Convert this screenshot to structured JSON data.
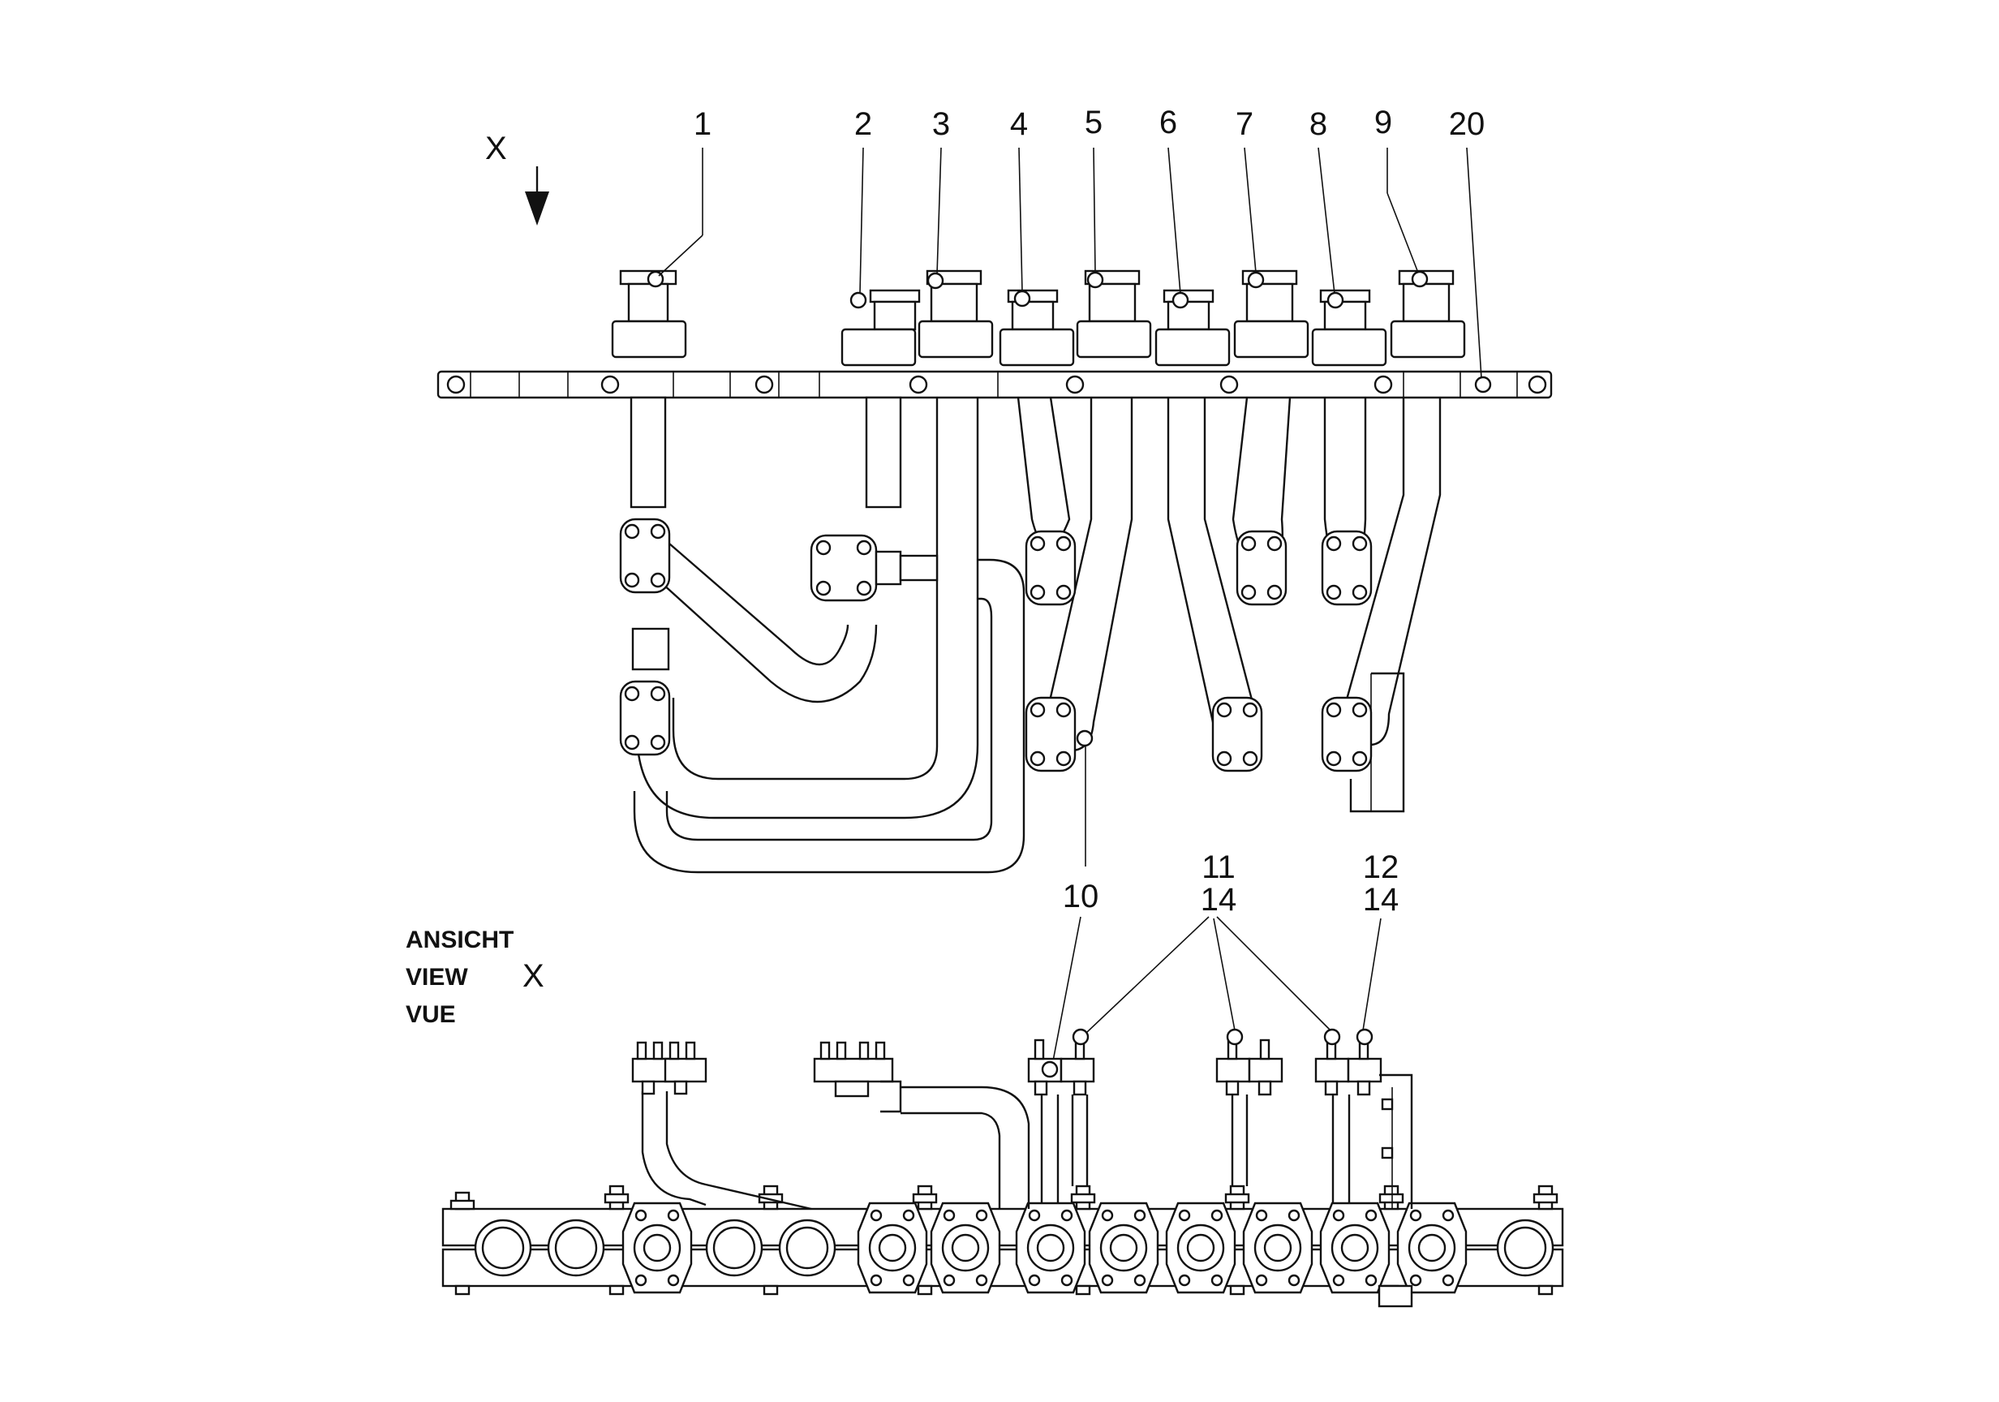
{
  "view_marker": {
    "letter": "X"
  },
  "callouts": {
    "c1": "1",
    "c2": "2",
    "c3": "3",
    "c4": "4",
    "c5": "5",
    "c6": "6",
    "c7": "7",
    "c8": "8",
    "c9": "9",
    "c20": "20",
    "c10": "10",
    "c11_top": "11",
    "c11_bottom": "14",
    "c12_top": "12",
    "c12_bottom": "14"
  },
  "view_caption": {
    "line1": "ANSICHT",
    "line2": "VIEW",
    "line3": "VUE",
    "letter": "X"
  }
}
